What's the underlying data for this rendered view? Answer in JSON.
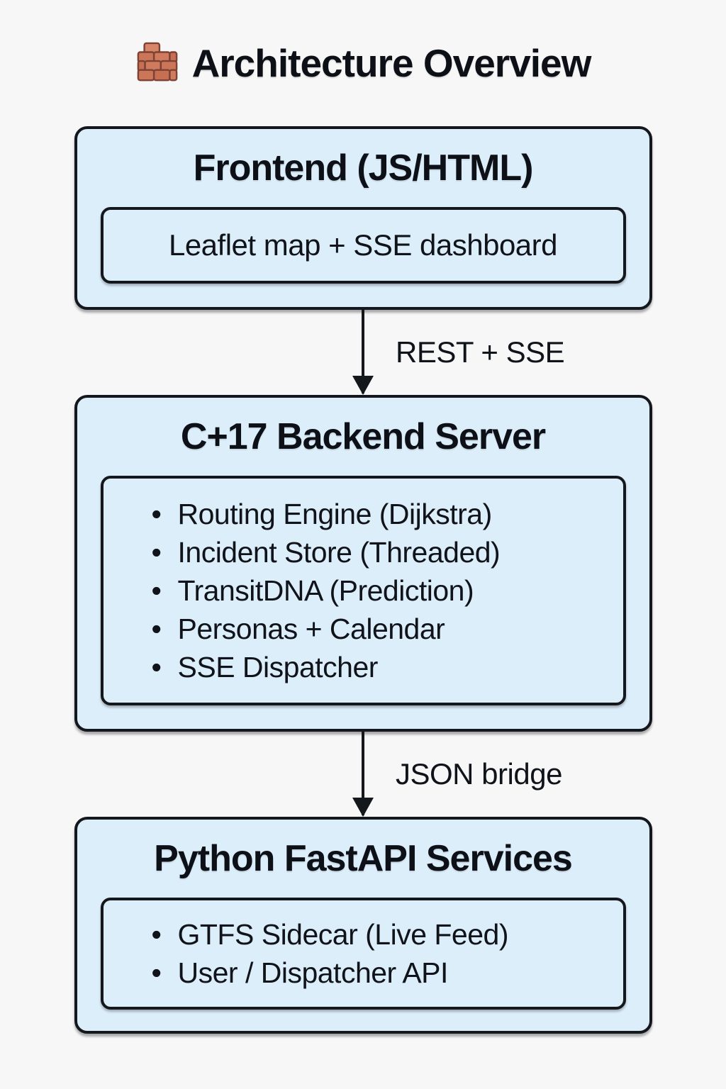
{
  "page": {
    "title": "Architecture Overview",
    "title_icon": "brick-icon"
  },
  "diagram": {
    "nodes": [
      {
        "id": "frontend",
        "title": "Frontend (JS/HTML)",
        "content": "Leaflet map + SSE dashboard"
      },
      {
        "id": "backend",
        "title": "C+17 Backend Server",
        "items": [
          "Routing Engine (Dijkstra)",
          "Incident Store (Threaded)",
          "TransitDNA (Prediction)",
          "Personas + Calendar",
          "SSE Dispatcher"
        ]
      },
      {
        "id": "services",
        "title": "Python FastAPI Services",
        "items": [
          "GTFS Sidecar (Live Feed)",
          "User / Dispatcher API"
        ]
      }
    ],
    "edges": [
      {
        "from": "frontend",
        "to": "backend",
        "label": "REST + SSE"
      },
      {
        "from": "backend",
        "to": "services",
        "label": "JSON bridge"
      }
    ],
    "colors": {
      "background": "#f7f7f8",
      "node_fill": "#ddeefb",
      "node_border": "#14181c",
      "text": "#10141a",
      "brick": "#cc7659"
    }
  }
}
